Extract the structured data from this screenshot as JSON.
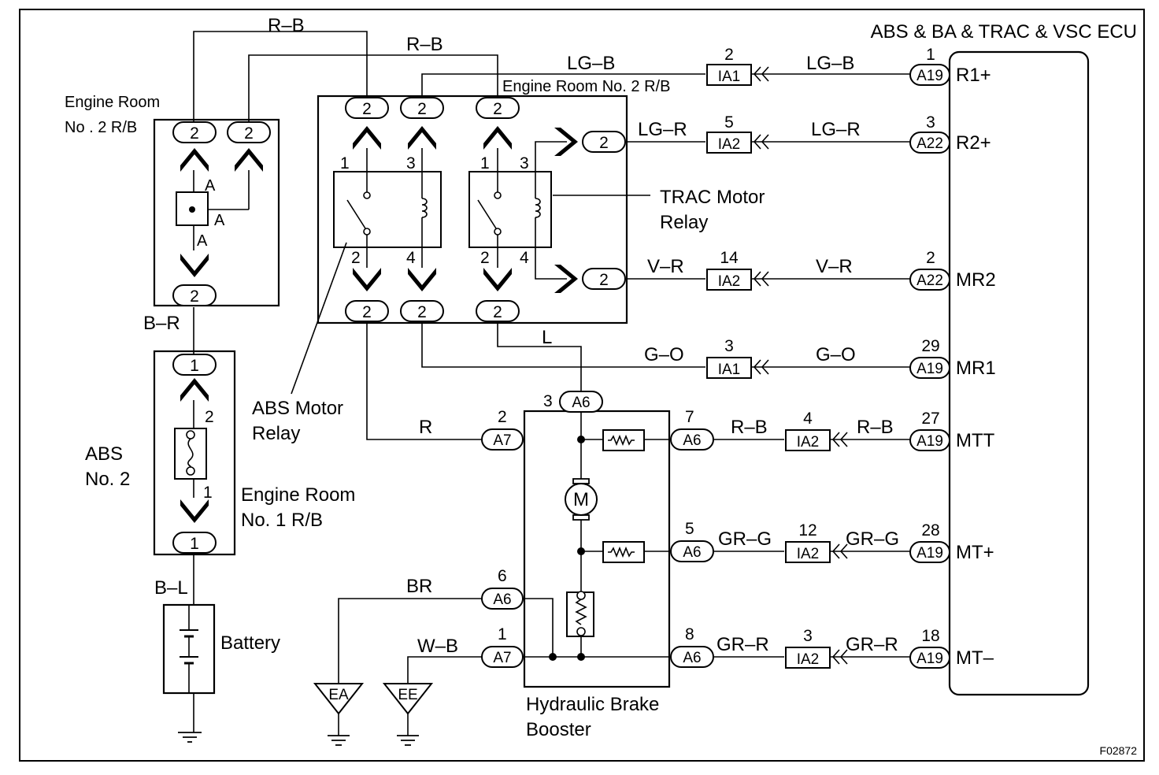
{
  "title": "ABS & BA & TRAC & VSC ECU",
  "figure_code": "F02872",
  "labels": {
    "er2_left": "Engine Room",
    "er2_left2": "No . 2 R/B",
    "er2_relay": "Engine Room No. 2 R/B",
    "trac_relay1": "TRAC Motor",
    "trac_relay2": "Relay",
    "abs_relay1": "ABS Motor",
    "abs_relay2": "Relay",
    "abs_no2_1": "ABS",
    "abs_no2_2": "No. 2",
    "er1_1": "Engine Room",
    "er1_2": "No. 1 R/B",
    "battery": "Battery",
    "booster1": "Hydraulic Brake",
    "booster2": "Booster",
    "motor": "M",
    "node_a": "A"
  },
  "wires": {
    "rb": "R–B",
    "bR": "B–R",
    "bL": "B–L",
    "lgb": "LG–B",
    "lgr": "LG–R",
    "vr": "V–R",
    "go": "G–O",
    "l": "L",
    "r": "R",
    "grg": "GR–G",
    "grr": "GR–R",
    "br": "BR",
    "wb": "W–B"
  },
  "terminals": {
    "r1": "R1+",
    "r2": "R2+",
    "mr2": "MR2",
    "mr1": "MR1",
    "mtt": "MTT",
    "mtp": "MT+",
    "mtm": "MT–"
  },
  "connectors": {
    "a19": "A19",
    "a22": "A22",
    "a6": "A6",
    "a7": "A7",
    "ia1": "IA1",
    "ia2": "IA2",
    "ea": "EA",
    "ee": "EE"
  },
  "pins": {
    "p1": "1",
    "p2": "2",
    "p3": "3",
    "p4": "4",
    "p5": "5",
    "p6": "6",
    "p7": "7",
    "p8": "8",
    "p12": "12",
    "p14": "14",
    "p18": "18",
    "p27": "27",
    "p28": "28",
    "p29": "29"
  }
}
